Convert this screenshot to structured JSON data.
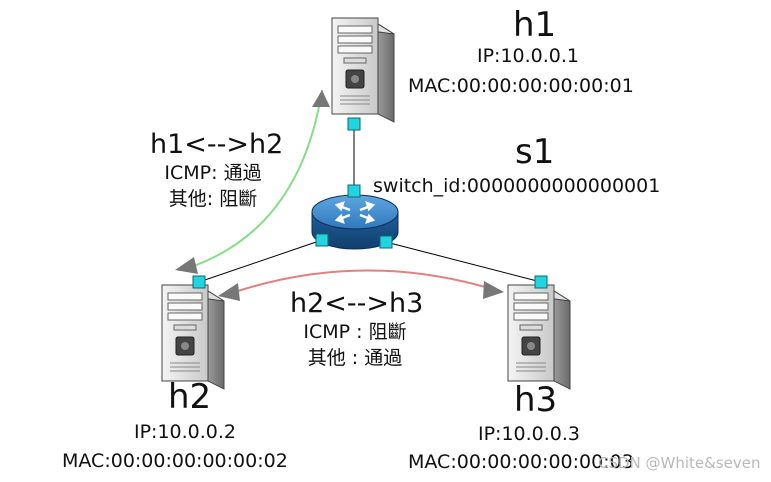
{
  "hosts": [
    {
      "id": "h1",
      "name": "h1",
      "ip": "IP:10.0.0.1",
      "mac": "MAC:00:00:00:00:00:01"
    },
    {
      "id": "h2",
      "name": "h2",
      "ip": "IP:10.0.0.2",
      "mac": "MAC:00:00:00:00:00:02"
    },
    {
      "id": "h3",
      "name": "h3",
      "ip": "IP:10.0.0.3",
      "mac": "MAC:00:00:00:00:00:03"
    }
  ],
  "switch": {
    "name": "s1",
    "switch_id": "switch_id:0000000000000001"
  },
  "rules": [
    {
      "id": "h1-h2",
      "title": "h1<-->h2",
      "line1": "ICMP: 通過",
      "line2": "其他: 阻斷",
      "arrow_color": "#88dd88"
    },
    {
      "id": "h2-h3",
      "title": "h2<-->h3",
      "line1": "ICMP : 阻斷",
      "line2": "其他 : 通過",
      "arrow_color": "#e08080"
    }
  ],
  "watermark": "CSDN @White&seven",
  "colors": {
    "port": "#22d4e0",
    "link": "#000000",
    "switch_body": "#2f7fc0"
  }
}
